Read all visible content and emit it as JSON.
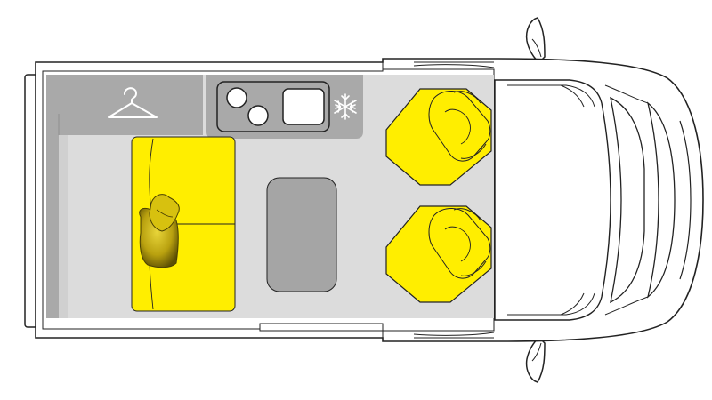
{
  "diagram": {
    "type": "campervan-floorplan-top-view",
    "colors": {
      "background": "#ffffff",
      "outline": "#222222",
      "floor": "#dcdcdc",
      "cabinet": "#a9a9a9",
      "cabinet_shadow": "#8e8e8e",
      "table": "#a5a5a5",
      "upholstery": "#ffee00",
      "upholstery_shade": "#f2d900",
      "cushion_light": "#d9c21a",
      "cushion_dark": "#6b5c05",
      "icon_white": "#ffffff"
    },
    "icons": [
      "clothes-hanger-icon",
      "stove-burner-icon",
      "sink-icon",
      "snowflake-fridge-icon",
      "cushion-icon"
    ],
    "elements": [
      "van-body",
      "cab-cockpit",
      "windshield",
      "side-mirror-top",
      "side-mirror-bottom",
      "wardrobe-cabinet",
      "kitchen-unit",
      "bench-seat",
      "dining-table",
      "swivel-seat-driver",
      "swivel-seat-passenger",
      "sliding-door-track"
    ]
  }
}
